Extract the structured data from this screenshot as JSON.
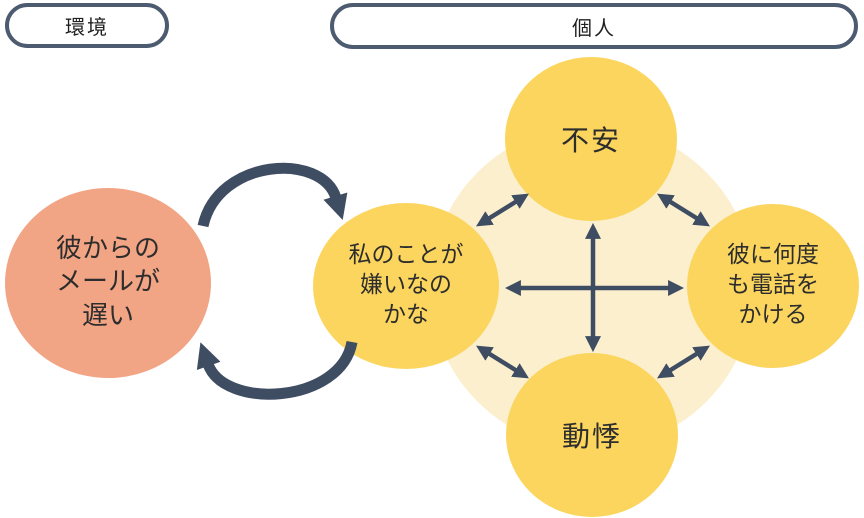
{
  "header": {
    "environment_label": "環境",
    "individual_label": "個人"
  },
  "nodes": {
    "trigger": {
      "lines": [
        "彼からの",
        "メールが",
        "遅い"
      ]
    },
    "thought": {
      "lines": [
        "私のことが",
        "嫌いなの",
        "かな"
      ]
    },
    "emotion": {
      "label": "不安"
    },
    "behavior": {
      "lines": [
        "彼に何度",
        "も電話を",
        "かける"
      ]
    },
    "body": {
      "label": "動悸"
    }
  },
  "connections": [
    "trigger→thought (curved cycle, top)",
    "thought→trigger (curved cycle, bottom)",
    "thought↔emotion",
    "emotion↔behavior",
    "thought↔body",
    "body↔behavior",
    "emotion↔body",
    "thought↔behavior"
  ],
  "colors": {
    "canvas_bg": "#FFFFFF",
    "pill_bg": "#FFFFFF",
    "pill_border": "#4C5B6F",
    "pill_text": "#1F1F1F",
    "node_yellow": "#FBD55E",
    "node_orange": "#F2A584",
    "halo": "#FBEFCD",
    "arrow": "#3F4D63",
    "node_text": "#2D2D2D"
  }
}
